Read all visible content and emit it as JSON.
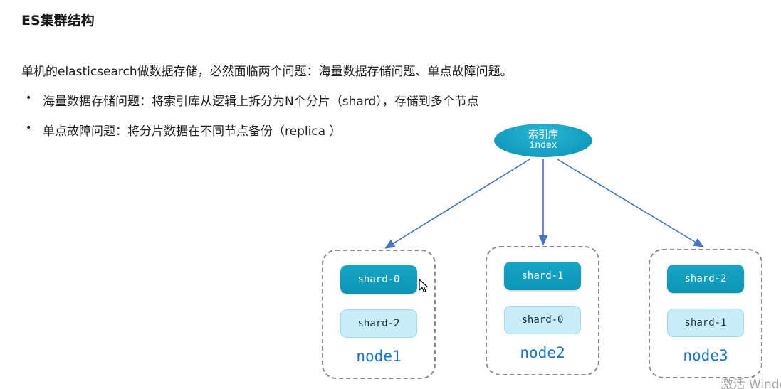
{
  "page": {
    "title": "ES集群结构",
    "intro": "单机的elasticsearch做数据存储，必然面临两个问题：海量数据存储问题、单点故障问题。",
    "bullet_marker": "•",
    "bullets": [
      "海量数据存储问题：将索引库从逻辑上拆分为N个分片（shard），存储到多个节点",
      "单点故障问题：将分片数据在不同节点备份（replica ）"
    ]
  },
  "diagram": {
    "index": {
      "label_zh": "索引库",
      "label_en": "index"
    },
    "nodes": [
      {
        "name": "node1",
        "primary_shard": "shard-0",
        "replica_shard": "shard-2"
      },
      {
        "name": "node2",
        "primary_shard": "shard-1",
        "replica_shard": "shard-0"
      },
      {
        "name": "node3",
        "primary_shard": "shard-2",
        "replica_shard": "shard-1"
      }
    ],
    "colors": {
      "index_ellipse": "#129cbe",
      "shard_primary": "#0d95b6",
      "shard_replica": "#c8edf9",
      "node_label": "#1273d4",
      "arrow": "#4472c4",
      "node_border": "#8c8c8c"
    }
  },
  "watermark": "激活 Windo"
}
